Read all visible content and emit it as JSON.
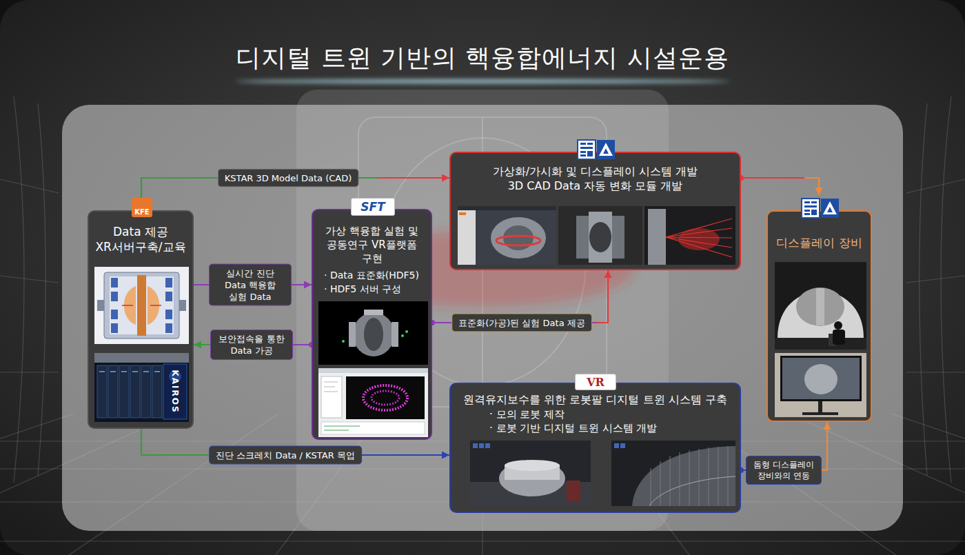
{
  "diagram": {
    "title": "디지털 트윈 기반의 핵융합에너지 시설운용",
    "nodes": [
      {
        "text": [
          "Data 제공 XR서버구축/교육"
        ]
      },
      {
        "text": [
          "가상 핵융합 실험 및 공동연구 VR플랫폼 구현",
          "· Data 표준화(HDF5)",
          "· HDF5 서버 구성"
        ]
      },
      {
        "text": [
          "가상화/가시화 및 디스플레이 시스템 개발",
          "3D CAD Data 자동 변화 모듈 개발"
        ]
      },
      {
        "text": [
          "원격유지보수를 위한 로봇팔 디지털 트윈 시스템 구축",
          "· 모의 로봇 제작",
          "· 로봇 기반 디지털 트윈 시스템 개발"
        ]
      },
      {
        "text": [
          "디스플레이 장비"
        ]
      }
    ],
    "edges": [
      {
        "from": 0,
        "to": 2,
        "arrow": "to",
        "label": "KSTAR 3D Model Data (CAD)"
      },
      {
        "from": 0,
        "to": 1,
        "arrow": "to",
        "label": "실시간 진단 Data 핵융합 실험 Data"
      },
      {
        "from": 1,
        "to": 0,
        "arrow": "to",
        "label": "보안접속을 통한 Data 가공"
      },
      {
        "from": 1,
        "to": 2,
        "arrow": "to",
        "label": "표준화(가공)된 실험 Data 제공"
      },
      {
        "from": 0,
        "to": 3,
        "arrow": "to",
        "label": "진단 스크레치 Data / KSTAR 목업"
      },
      {
        "from": 2,
        "to": 4,
        "arrow": "to"
      },
      {
        "from": 3,
        "to": 4,
        "arrow": "to",
        "label": "돔형 디스플레이 장비와의 연동"
      }
    ],
    "labels": [
      "KFE",
      "KAIROS",
      "SFT",
      "VR"
    ]
  }
}
